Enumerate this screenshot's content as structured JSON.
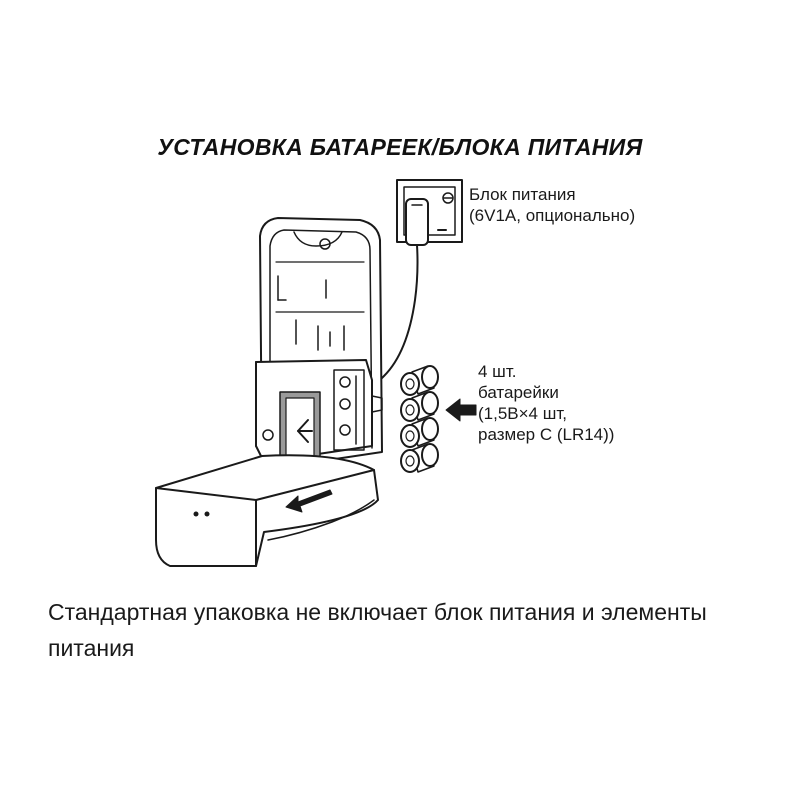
{
  "title": "УСТАНОВКА БАТАРЕЕК/БЛОКА ПИТАНИЯ",
  "labels": {
    "power_adapter": "Блок питания\n(6V1A, опционально)",
    "batteries": "4 шт.\nбатарейки\n(1,5В×4 шт,\nразмер С (LR14))"
  },
  "footnote": "Стандартная упаковка не включает блок питания и элементы питания",
  "battery_count": 4,
  "colors": {
    "line": "#1a1a1a",
    "holder": "#9a9a9a",
    "fill": "#ffffff"
  }
}
